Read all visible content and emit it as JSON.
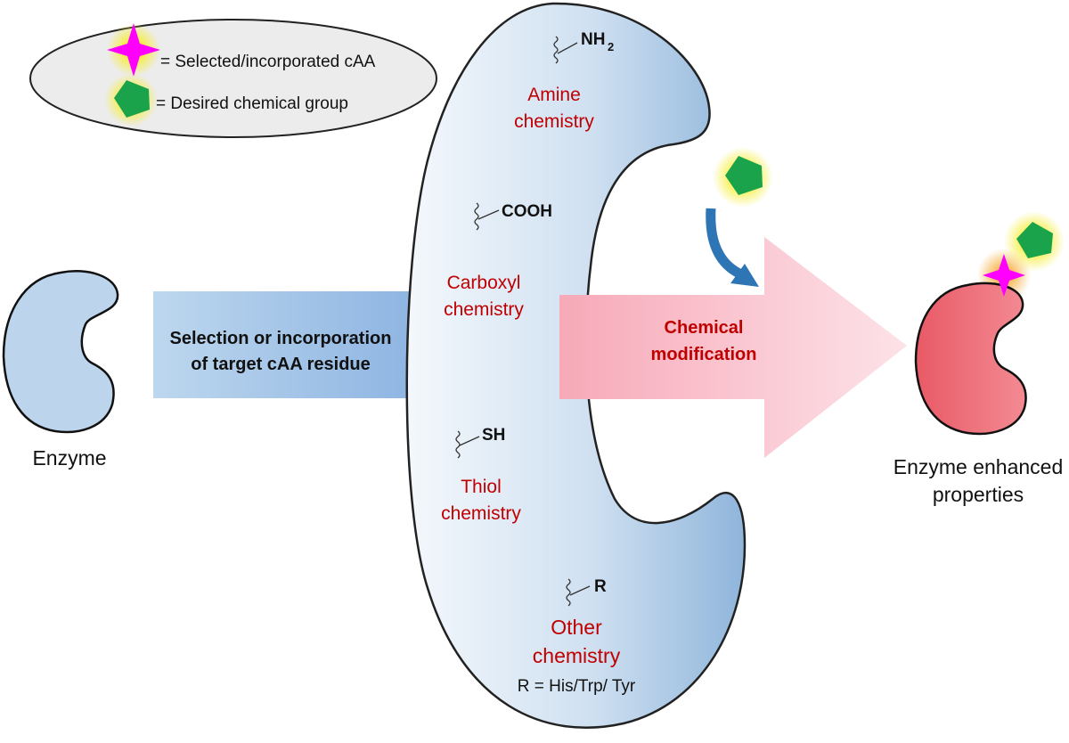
{
  "legend": {
    "star_text": "= Selected/incorporated cAA",
    "pentagon_text": "= Desired chemical group",
    "star_icon": "magenta-four-point-star",
    "pentagon_icon": "green-pentagon"
  },
  "left": {
    "label": "Enzyme"
  },
  "arrow1": {
    "line1": "Selection or incorporation",
    "line2": "of target cAA residue"
  },
  "chemistries": {
    "amine": {
      "group": "NH",
      "group_sub": "2",
      "line1": "Amine",
      "line2": "chemistry"
    },
    "carboxyl": {
      "group": "COOH",
      "line1": "Carboxyl",
      "line2": "chemistry"
    },
    "thiol": {
      "group": "SH",
      "line1": "Thiol",
      "line2": "chemistry"
    },
    "other": {
      "group": "R",
      "line1": "Other",
      "line2": "chemistry",
      "note": "R = His/Trp/ Tyr"
    }
  },
  "arrow2": {
    "line1": "Chemical",
    "line2": "modification"
  },
  "right": {
    "line1": "Enzyme enhanced",
    "line2": "properties"
  },
  "colors": {
    "enzyme_blue": "#bcd5ec",
    "enzyme_red": "#ee6b76",
    "label_red": "#c00000",
    "star": "#ff00ff",
    "pentagon": "#1aa34a",
    "bent_arrow": "#2e75b6"
  }
}
